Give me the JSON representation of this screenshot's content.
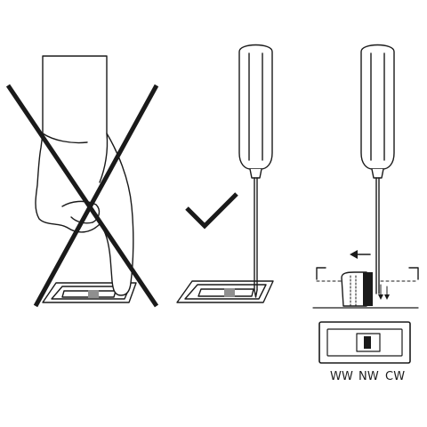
{
  "figure": {
    "panels": [
      {
        "id": "wrong",
        "meaning": "do-not-use-finger",
        "mark_icon": "cross-out-icon"
      },
      {
        "id": "right",
        "meaning": "use-screwdriver",
        "mark_icon": "checkmark-icon"
      },
      {
        "id": "detail",
        "meaning": "slide-switch-detail",
        "arrow_icon": "arrow-left-icon"
      }
    ],
    "switch_labels": [
      "WW",
      "NW",
      "CW"
    ],
    "colors": {
      "ink": "#1a1a1a",
      "background": "#ffffff",
      "switch_knob_gray": "#8f8f8f",
      "switch_knob_dark": "#1a1a1a"
    }
  }
}
